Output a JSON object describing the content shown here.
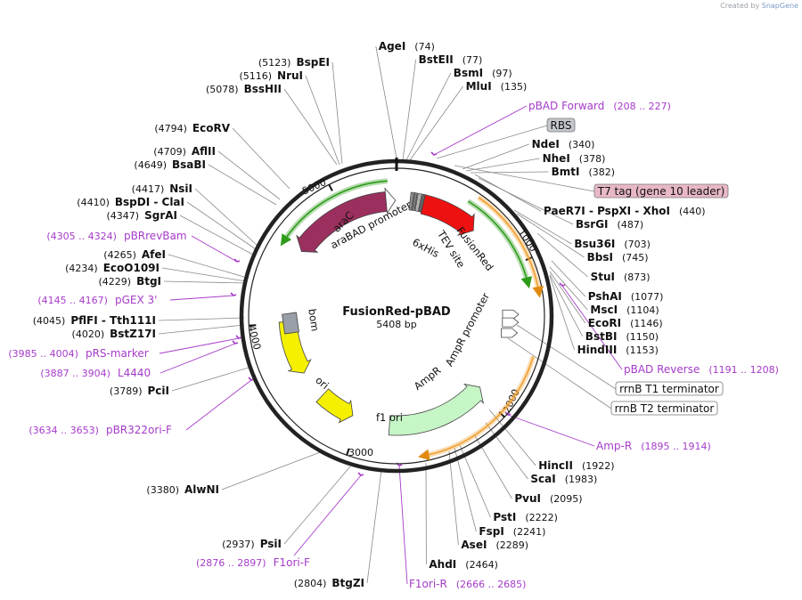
{
  "credit": {
    "prefix": "Created by",
    "brand": "SnapGene"
  },
  "plasmid": {
    "name": "FusionRed-pBAD",
    "length_label": "5408 bp",
    "length": 5408
  },
  "ticks": [
    "1000",
    "2000",
    "3000",
    "4000",
    "5000"
  ],
  "enzymes": [
    {
      "name": "AgeI",
      "pos": "(74)"
    },
    {
      "name": "BstEII",
      "pos": "(77)"
    },
    {
      "name": "BsmI",
      "pos": "(97)"
    },
    {
      "name": "MluI",
      "pos": "(135)"
    },
    {
      "name": "NdeI",
      "pos": "(340)"
    },
    {
      "name": "NheI",
      "pos": "(378)"
    },
    {
      "name": "BmtI",
      "pos": "(382)"
    },
    {
      "name": "PaeR7I  -  PspXI  -  XhoI",
      "pos": "(440)"
    },
    {
      "name": "BsrGI",
      "pos": "(487)"
    },
    {
      "name": "Bsu36I",
      "pos": "(703)"
    },
    {
      "name": "BbsI",
      "pos": "(745)"
    },
    {
      "name": "StuI",
      "pos": "(873)"
    },
    {
      "name": "PshAI",
      "pos": "(1077)"
    },
    {
      "name": "MscI",
      "pos": "(1104)"
    },
    {
      "name": "EcoRI",
      "pos": "(1146)"
    },
    {
      "name": "BstBI",
      "pos": "(1150)"
    },
    {
      "name": "HindIII",
      "pos": "(1153)"
    },
    {
      "name": "HincII",
      "pos": "(1922)"
    },
    {
      "name": "ScaI",
      "pos": "(1983)"
    },
    {
      "name": "PvuI",
      "pos": "(2095)"
    },
    {
      "name": "PstI",
      "pos": "(2222)"
    },
    {
      "name": "FspI",
      "pos": "(2241)"
    },
    {
      "name": "AseI",
      "pos": "(2289)"
    },
    {
      "name": "AhdI",
      "pos": "(2464)"
    },
    {
      "name": "BtgZI",
      "pos": "(2804)"
    },
    {
      "name": "PsiI",
      "pos": "(2937)"
    },
    {
      "name": "AlwNI",
      "pos": "(3380)"
    },
    {
      "name": "PciI",
      "pos": "(3789)"
    },
    {
      "name": "BstZ17I",
      "pos": "(4020)"
    },
    {
      "name": "PflFI  -  Tth111I",
      "pos": "(4045)"
    },
    {
      "name": "BtgI",
      "pos": "(4229)"
    },
    {
      "name": "EcoO109I",
      "pos": "(4234)"
    },
    {
      "name": "AfeI",
      "pos": "(4265)"
    },
    {
      "name": "SgrAI",
      "pos": "(4347)"
    },
    {
      "name": "BspDI  -  ClaI",
      "pos": "(4410)"
    },
    {
      "name": "NsiI",
      "pos": "(4417)"
    },
    {
      "name": "BsaBI",
      "pos": "(4649)"
    },
    {
      "name": "AflII",
      "pos": "(4709)"
    },
    {
      "name": "EcoRV",
      "pos": "(4794)"
    },
    {
      "name": "BssHII",
      "pos": "(5078)"
    },
    {
      "name": "NruI",
      "pos": "(5116)"
    },
    {
      "name": "BspEI",
      "pos": "(5123)"
    }
  ],
  "primers": [
    {
      "name": "pBAD Forward",
      "pos": "(208 .. 227)"
    },
    {
      "name": "pBAD Reverse",
      "pos": "(1191 .. 1208)"
    },
    {
      "name": "Amp-R",
      "pos": "(1895 .. 1914)"
    },
    {
      "name": "F1ori-R",
      "pos": "(2666 .. 2685)"
    },
    {
      "name": "F1ori-F",
      "pos": "(2876 .. 2897)"
    },
    {
      "name": "pBR322ori-F",
      "pos": "(3634 .. 3653)"
    },
    {
      "name": "L4440",
      "pos": "(3887 .. 3904)"
    },
    {
      "name": "pRS-marker",
      "pos": "(3985 .. 4004)"
    },
    {
      "name": "pGEX 3'",
      "pos": "(4145 .. 4167)"
    },
    {
      "name": "pBRrevBam",
      "pos": "(4305 .. 4324)"
    }
  ],
  "boxed_features": [
    {
      "name": "RBS",
      "fill": "#c3c7cc"
    },
    {
      "name": "T7 tag (gene 10 leader)",
      "fill": "#e8b8c6"
    },
    {
      "name": "rrnB T1 terminator",
      "fill": "#ffffff"
    },
    {
      "name": "rrnB T2 terminator",
      "fill": "#ffffff"
    }
  ],
  "features": [
    {
      "name": "araC",
      "color": "#9b2f5e"
    },
    {
      "name": "araBAD promoter",
      "color": "#ffffff"
    },
    {
      "name": "6xHis",
      "color": "#8e8e8e"
    },
    {
      "name": "TEV site",
      "color": "#8e8e8e"
    },
    {
      "name": "FusionRed",
      "color": "#ee1111"
    },
    {
      "name": "AmpR promoter",
      "color": "#ffffff"
    },
    {
      "name": "AmpR",
      "color": "#c6f5c6"
    },
    {
      "name": "f1 ori",
      "color": "#f5f000"
    },
    {
      "name": "ori",
      "color": "#f5f000"
    },
    {
      "name": "bom",
      "color": "#9aa0a8"
    }
  ],
  "colors": {
    "primer": "#a63bc9",
    "orf_orange": "#f0a030",
    "orf_green": "#2e9b1a",
    "backbone": "#222222"
  }
}
